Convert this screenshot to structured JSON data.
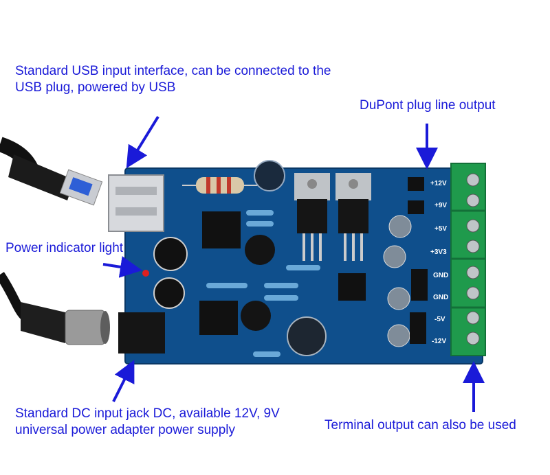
{
  "annotations": {
    "usb": "Standard USB input interface, can be connected to the USB plug, powered by USB",
    "dupont": "DuPont plug line output",
    "power_light": "Power indicator light",
    "dc": "Standard DC input jack DC, available 12V, 9V universal power adapter power supply",
    "terminal": "Terminal output can also be used"
  },
  "output_labels": [
    "+12V",
    "+9V",
    "+5V",
    "+3V3",
    "GND",
    "GND",
    "-5V",
    "-12V"
  ],
  "colors": {
    "annotation_text": "#1a1ad8",
    "arrow": "#1a1ad8",
    "pcb": "#0f4f8c",
    "terminal_block": "#1f9a4c"
  }
}
